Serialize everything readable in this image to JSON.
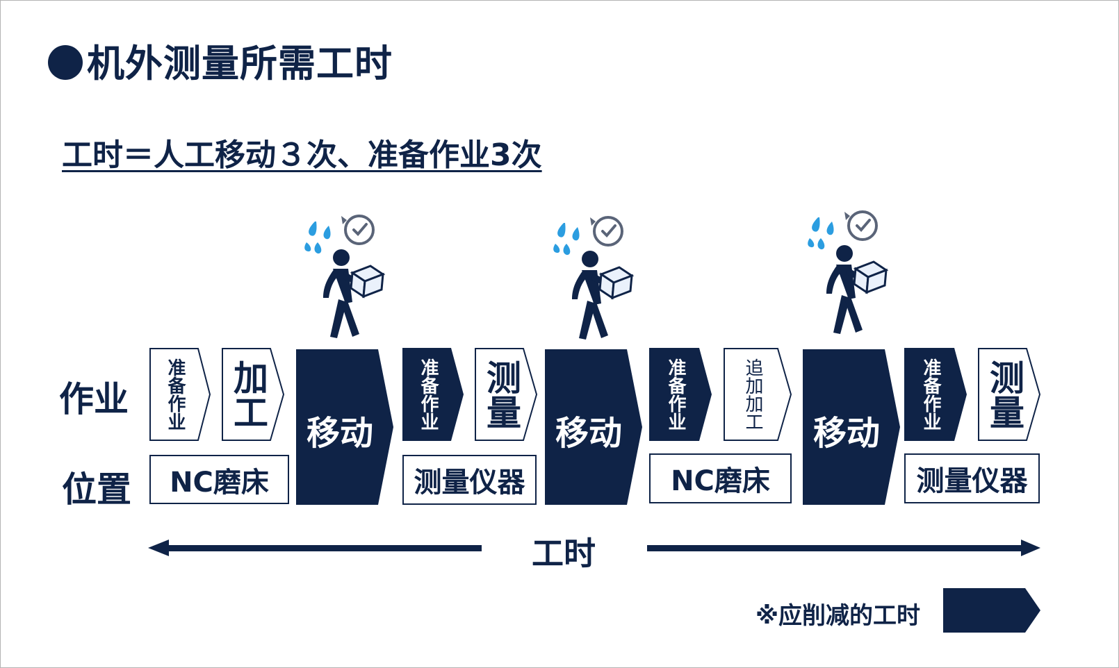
{
  "title": "机外测量所需工时",
  "subtitle": "工时＝人工移动３次、准备作业3次",
  "rows": {
    "work": "作业",
    "location": "位置"
  },
  "steps": {
    "prep1": "准备作业",
    "process": "加工",
    "move1": "移动",
    "prep2": "准备作业",
    "measure1": "测量",
    "move2": "移动",
    "prep3": "准备作业",
    "additional": "追加加工",
    "move3": "移动",
    "prep4": "准备作业",
    "measure2": "测量"
  },
  "locations": {
    "loc1": "NC磨床",
    "loc2": "测量仪器",
    "loc3": "NC磨床",
    "loc4": "测量仪器"
  },
  "timeline": {
    "label": "工时"
  },
  "legend": {
    "text": "※应削减的工时"
  },
  "colors": {
    "navy": "#0f2347",
    "sweat": "#2b9de0",
    "clock": "#5a6478"
  },
  "icons": [
    "person-carrying-box-icon",
    "sweat-drops-icon",
    "clock-icon"
  ]
}
